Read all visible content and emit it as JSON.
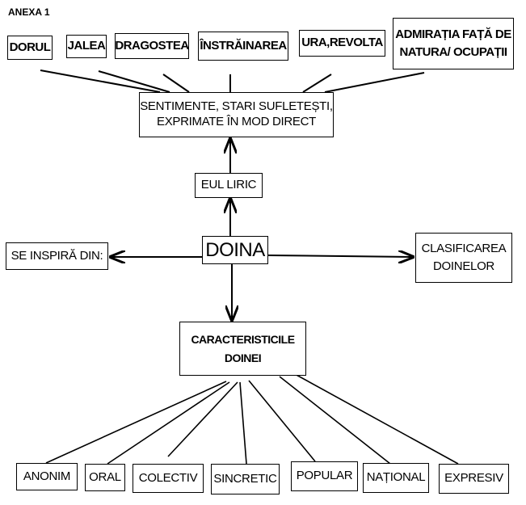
{
  "title": "ANEXA 1",
  "emotions": [
    "DORUL",
    "JALEA",
    "DRAGOSTEA",
    "ÎNSTRĂINAREA",
    "URA,REVOLTA",
    "ADMIRAȚIA FAȚĂ DE\nNATURA/ OCUPAȚII"
  ],
  "sentiments": "SENTIMENTE, STARI SUFLETEȘTI,\nEXPRIMATE ÎN MOD DIRECT",
  "eul_liric": "EUL LIRIC",
  "center": "DOINA",
  "inspiration": "SE INSPIRĂ DIN:",
  "classification": "CLASIFICAREA\nDOINELOR",
  "characteristics": "CARACTERISTICILE\nDOINEI",
  "traits": [
    "ANONIM",
    "ORAL",
    "COLECTIV",
    "SINCRETIC",
    "POPULAR",
    "NAȚIONAL",
    "EXPRESIV"
  ]
}
